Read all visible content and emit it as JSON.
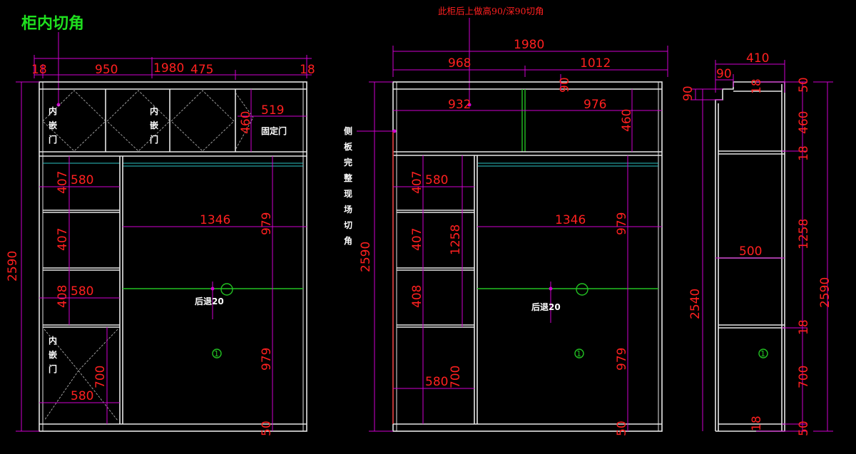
{
  "title": "柜内切角",
  "note_top": "此柜后上做高90/深90切角",
  "label_side_panel": "侧板完整现场切角",
  "labels": {
    "inlay_door": "内嵌门",
    "fixed_door": "固定门",
    "setback": "后退20",
    "circle_mark": "1"
  },
  "colors": {
    "background": "#000000",
    "outline": "#e6e6e6",
    "dimension_line": "#d000d0",
    "dimension_text": "#ff2020",
    "rod": "#22c122",
    "title": "#1fe01f"
  },
  "view1": {
    "top_dims": [
      "18",
      "950",
      "1980",
      "475",
      "18"
    ],
    "height_total": "2590",
    "dim_top_right_width": "519",
    "dim_top_right_height": "460",
    "left_col_width_a": "580",
    "left_col_width_b": "580",
    "left_col_width_c": "580",
    "left_heights": [
      "407",
      "407",
      "408",
      "700"
    ],
    "main_width": "1346",
    "right_heights": [
      "979",
      "979"
    ],
    "base": "50"
  },
  "view2": {
    "top_total": "1980",
    "top_left": "968",
    "top_right": "1012",
    "offset_90": "90",
    "upper_left": "932",
    "upper_right": "976",
    "upper_height": "460",
    "height_total": "2590",
    "left_col_width_a": "580",
    "left_col_width_b": "580",
    "left_heights": [
      "407",
      "407",
      "408",
      "700"
    ],
    "left_col_height_total": "1258",
    "main_width": "1346",
    "right_heights": [
      "979",
      "979"
    ],
    "base": "50"
  },
  "view3": {
    "top_width": "410",
    "top_notch": "90",
    "notch_height": "90",
    "inner_height": "2540",
    "shelf_depth": "500",
    "right_heights": [
      "50",
      "18",
      "460",
      "18",
      "1258",
      "18",
      "700",
      "18",
      "50"
    ],
    "height_total": "2590"
  }
}
